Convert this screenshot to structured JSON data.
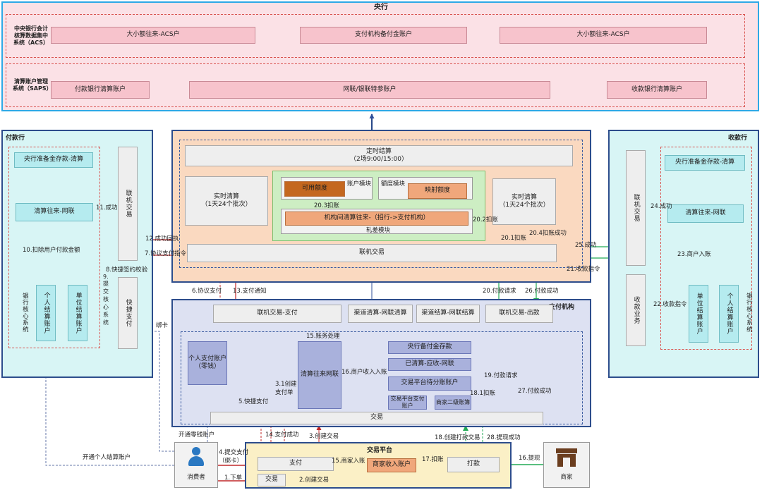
{
  "central_bank": {
    "title": "央行",
    "acs_label": "中央银行会计核算数据集中系统（ACS）",
    "saps_label": "清算账户管理系统（SAPS）",
    "acs_left": "大小额往来-ACS户",
    "acs_mid": "支付机构备付金账户",
    "acs_right": "大小额往来-ACS户",
    "saps_left": "付款银行清算账户",
    "saps_mid": "网联/银联特参账户",
    "saps_right": "收款银行清算账户"
  },
  "payer_bank": {
    "title": "付款行",
    "reserve": "央行准备金存款-清算",
    "clearing": "清算往来-网联",
    "core": "银行核心系统",
    "personal": "个人结算账户",
    "corporate": "单位结算账户",
    "link": "联机交易",
    "quick": "快捷支付"
  },
  "payee_bank": {
    "title": "收款行",
    "reserve": "央行准备金存款-清算",
    "clearing": "清算往来-网联",
    "core": "银行核心系统",
    "personal": "个人结算账户",
    "corporate": "单位结算账户",
    "link": "联机交易",
    "receive": "收款业务"
  },
  "netlink": {
    "scheduled": "定时结算\n（2场9:00/15:00）",
    "rt_left": "实时清算\n（1天24个批次）",
    "rt_right": "实时清算\n（1天24个批次）",
    "available": "可用额度",
    "account_module": "账户模块",
    "quota_module": "额度模块",
    "mapped": "映射额度",
    "inter": "机构间清算往来-（招行->支付机构）",
    "diff": "轧差模块",
    "link": "联机交易"
  },
  "payment_inst": {
    "title": "支付机构",
    "link_pay": "联机交易-支付",
    "ch_clear": "渠道清算-网联清算",
    "ch_settle": "渠道结算-网联结算",
    "link_out": "联机交易-出款",
    "personal": "个人支付账户（零钱）",
    "clearing": "清算往来网联",
    "reserve": "央行备付金存款",
    "cleared": "已清算-应收-网联",
    "pending": "交易平台待分账账户",
    "platform": "交易平台支付账户",
    "merchant": "商家二级账簿",
    "trade": "交易"
  },
  "platform": {
    "title": "交易平台",
    "pay": "支付",
    "trade": "交易",
    "merchant_income": "商家收入账户",
    "withdraw": "打款"
  },
  "actors": {
    "consumer": "消费者",
    "merchant": "商家"
  },
  "labels": {
    "l1": "1.下单",
    "l2": "2.创建交易",
    "l3": "3.创建交易",
    "l31": "3.1创建支付单",
    "l4": "4.提交支付（绑卡）",
    "l5": "5.快捷支付",
    "l6": "6.协议支付",
    "l7": "7.协议支付指令",
    "l8": "8.快捷签约校验",
    "l9": "9.提交核心系统",
    "l10": "10.扣除用户付款金额",
    "l11": "11.成功",
    "l12": "12.成功回执",
    "l13": "13.支付通知",
    "l14": "14.支付成功",
    "l15": "15.账务处理",
    "l15b": "15.商家入账",
    "l16": "16.商户收入入账",
    "l16b": "16.提现",
    "l17": "17.扣账",
    "l18": "18.创建打款交易",
    "l181": "18.1扣账",
    "l19": "19.付款请求",
    "l20": "20.付款请求",
    "l201": "20.1扣账",
    "l202": "20.2扣账",
    "l203": "20.3扣账",
    "l204": "20.4扣账成功",
    "l21": "21.收款指令",
    "l22": "22.收款指令",
    "l23": "23.商户入账",
    "l24": "24.成功",
    "l25": "25.成功",
    "l26": "26.付款成功",
    "l27": "27.付款成功",
    "l28": "28.提现成功",
    "bind": "绑卡",
    "open_change": "开通零钱账户",
    "open_personal": "开通个人结算账户"
  },
  "colors": {
    "green": "#22aa55",
    "red": "#e2452a",
    "darkred": "#c0282a",
    "blue": "#2f4f9a"
  }
}
